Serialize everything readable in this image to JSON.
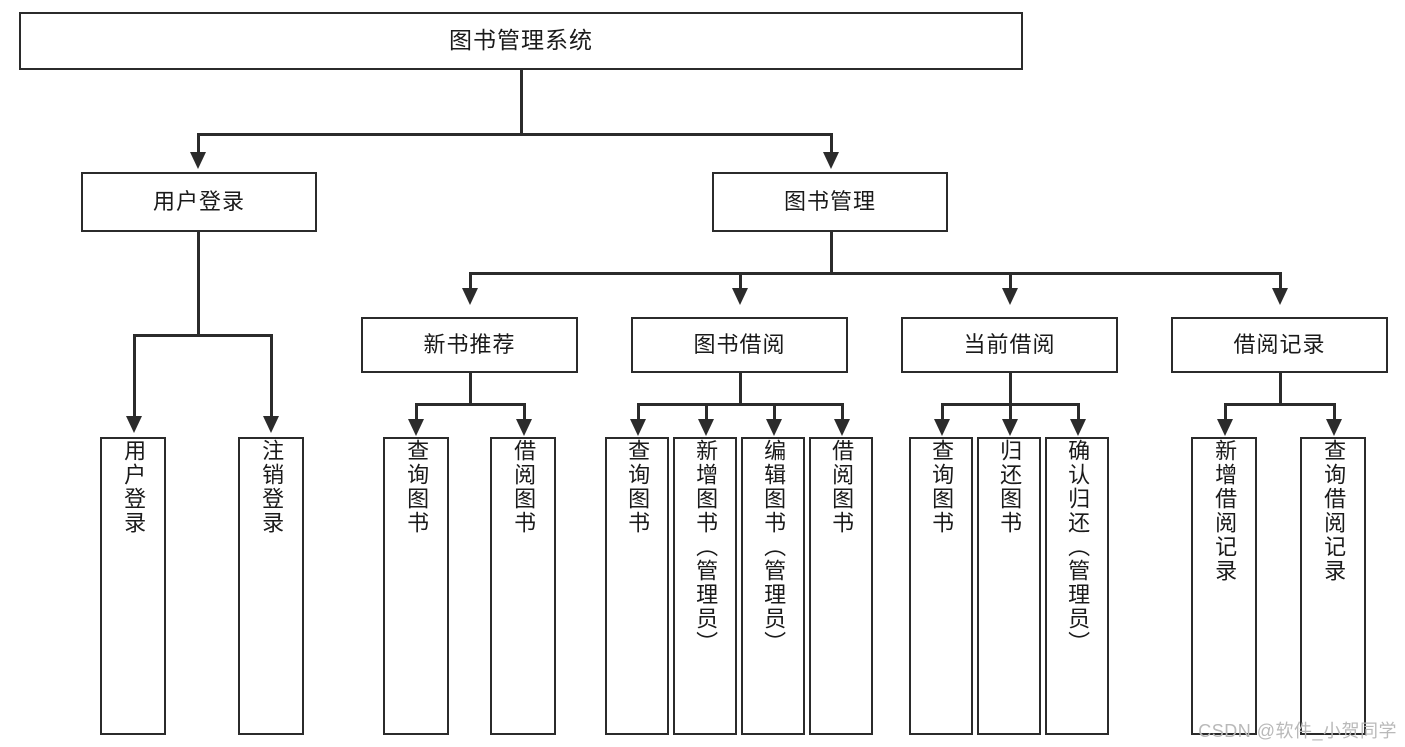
{
  "diagram": {
    "title": "图书管理系统",
    "type": "hierarchy-tree",
    "watermark": "CSDN @软件_小贺同学",
    "colors": {
      "stroke": "#2b2b2b",
      "fill": "#ffffff",
      "text": "#1a1a1a",
      "watermark": "#b9b9b9"
    },
    "nodes": {
      "root": {
        "label": "图书管理系统"
      },
      "level1": [
        {
          "label": "用户登录"
        },
        {
          "label": "图书管理"
        }
      ],
      "level2": [
        {
          "label": "新书推荐"
        },
        {
          "label": "图书借阅"
        },
        {
          "label": "当前借阅"
        },
        {
          "label": "借阅记录"
        }
      ],
      "leaves": {
        "user_login": [
          {
            "label": "用户登录"
          },
          {
            "label": "注销登录"
          }
        ],
        "new_book": [
          {
            "label": "查询图书"
          },
          {
            "label": "借阅图书"
          }
        ],
        "borrow_book": [
          {
            "label": "查询图书"
          },
          {
            "label": "新增图书（管理员）"
          },
          {
            "label": "编辑图书（管理员）"
          },
          {
            "label": "借阅图书"
          }
        ],
        "current_borrow": [
          {
            "label": "查询图书"
          },
          {
            "label": "归还图书"
          },
          {
            "label": "确认归还（管理员）"
          }
        ],
        "borrow_record": [
          {
            "label": "新增借阅记录"
          },
          {
            "label": "查询借阅记录"
          }
        ]
      }
    }
  }
}
